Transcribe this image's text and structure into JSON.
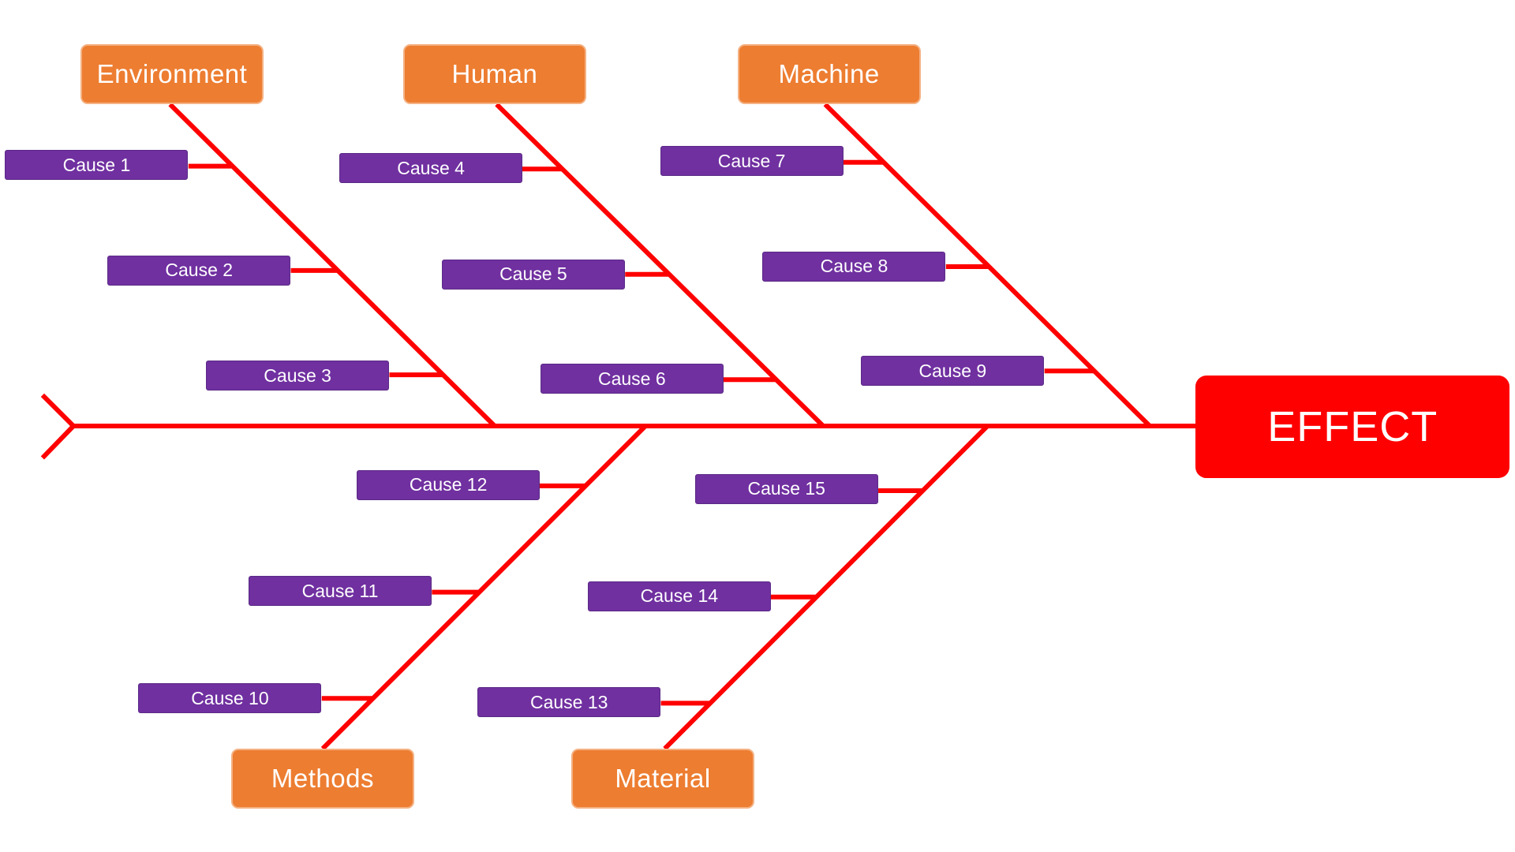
{
  "colors": {
    "spine": "#ff0000",
    "category": "#ed7d31",
    "cause": "#7030a0",
    "effect": "#ff0000",
    "text": "#ffffff"
  },
  "effect": {
    "label": "EFFECT"
  },
  "categories": [
    {
      "key": "environment",
      "label": "Environment",
      "causes": [
        "Cause 1",
        "Cause 2",
        "Cause 3"
      ]
    },
    {
      "key": "human",
      "label": "Human",
      "causes": [
        "Cause 4",
        "Cause 5",
        "Cause 6"
      ]
    },
    {
      "key": "machine",
      "label": "Machine",
      "causes": [
        "Cause 7",
        "Cause 8",
        "Cause 9"
      ]
    },
    {
      "key": "methods",
      "label": "Methods",
      "causes": [
        "Cause 12",
        "Cause 11",
        "Cause 10"
      ]
    },
    {
      "key": "material",
      "label": "Material",
      "causes": [
        "Cause 15",
        "Cause 14",
        "Cause 13"
      ]
    }
  ]
}
